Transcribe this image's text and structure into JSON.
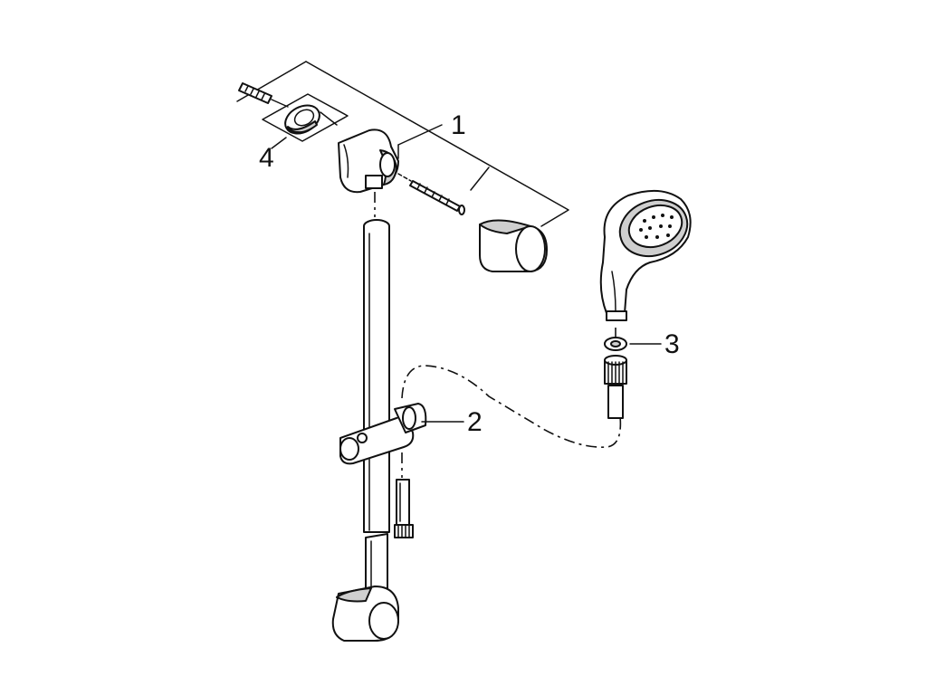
{
  "callouts": {
    "item1": "1",
    "item2": "2",
    "item3": "3",
    "item4": "4"
  },
  "colors": {
    "line": "#111111",
    "background": "#ffffff",
    "shading": "#cfcfcf"
  }
}
